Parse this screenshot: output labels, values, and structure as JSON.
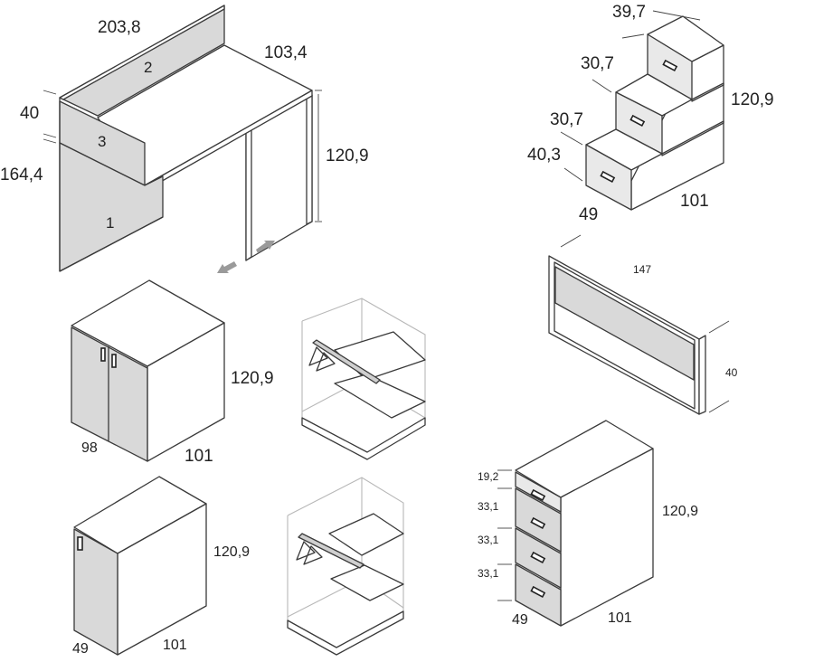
{
  "desk": {
    "width": "203,8",
    "depth": "103,4",
    "height": "120,9",
    "top_h": "40",
    "side_h": "164,4",
    "part1": "1",
    "part2": "2",
    "part3": "3"
  },
  "stairs": {
    "d1": "39,7",
    "d2": "30,7",
    "d3": "30,7",
    "d4": "40,3",
    "height": "120,9",
    "width": "49",
    "length": "101"
  },
  "panel": {
    "width": "147",
    "height": "40"
  },
  "cabinet_double": {
    "height": "120,9",
    "width": "98",
    "depth": "101"
  },
  "cabinet_single": {
    "height": "120,9",
    "width": "49",
    "depth": "101"
  },
  "drawers": {
    "d1": "19,2",
    "d2": "33,1",
    "d3": "33,1",
    "d4": "33,1",
    "height": "120,9",
    "width": "49",
    "depth": "101"
  },
  "colors": {
    "line": "#3a3a3a",
    "panel_gray": "#d9d9d9",
    "light_gray": "#e9e9e9",
    "interior_line": "#b8b8b8",
    "arrow_gray": "#9a9a9a"
  }
}
